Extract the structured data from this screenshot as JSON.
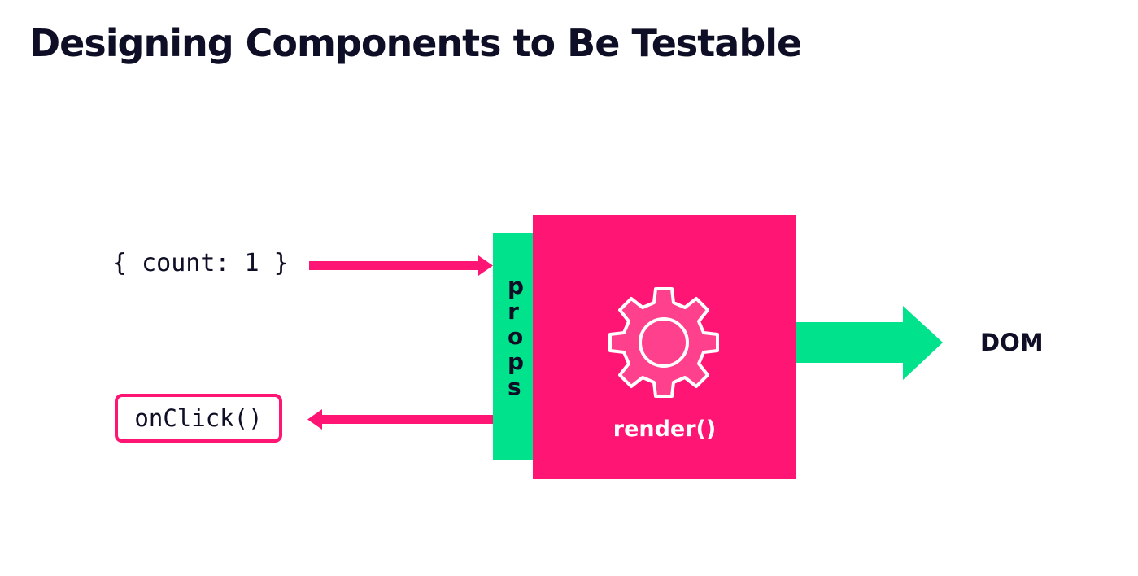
{
  "title": "Designing Components to Be Testable",
  "diagram": {
    "input_label": "{ count: 1 }",
    "callback_label": "onClick()",
    "props_label": "props",
    "component_label": "render()",
    "output_label": "DOM",
    "component_icon": "gear-icon"
  },
  "colors": {
    "accent_pink": "#ff1675",
    "accent_green": "#00e38c",
    "text_dark": "#0e0f26"
  }
}
